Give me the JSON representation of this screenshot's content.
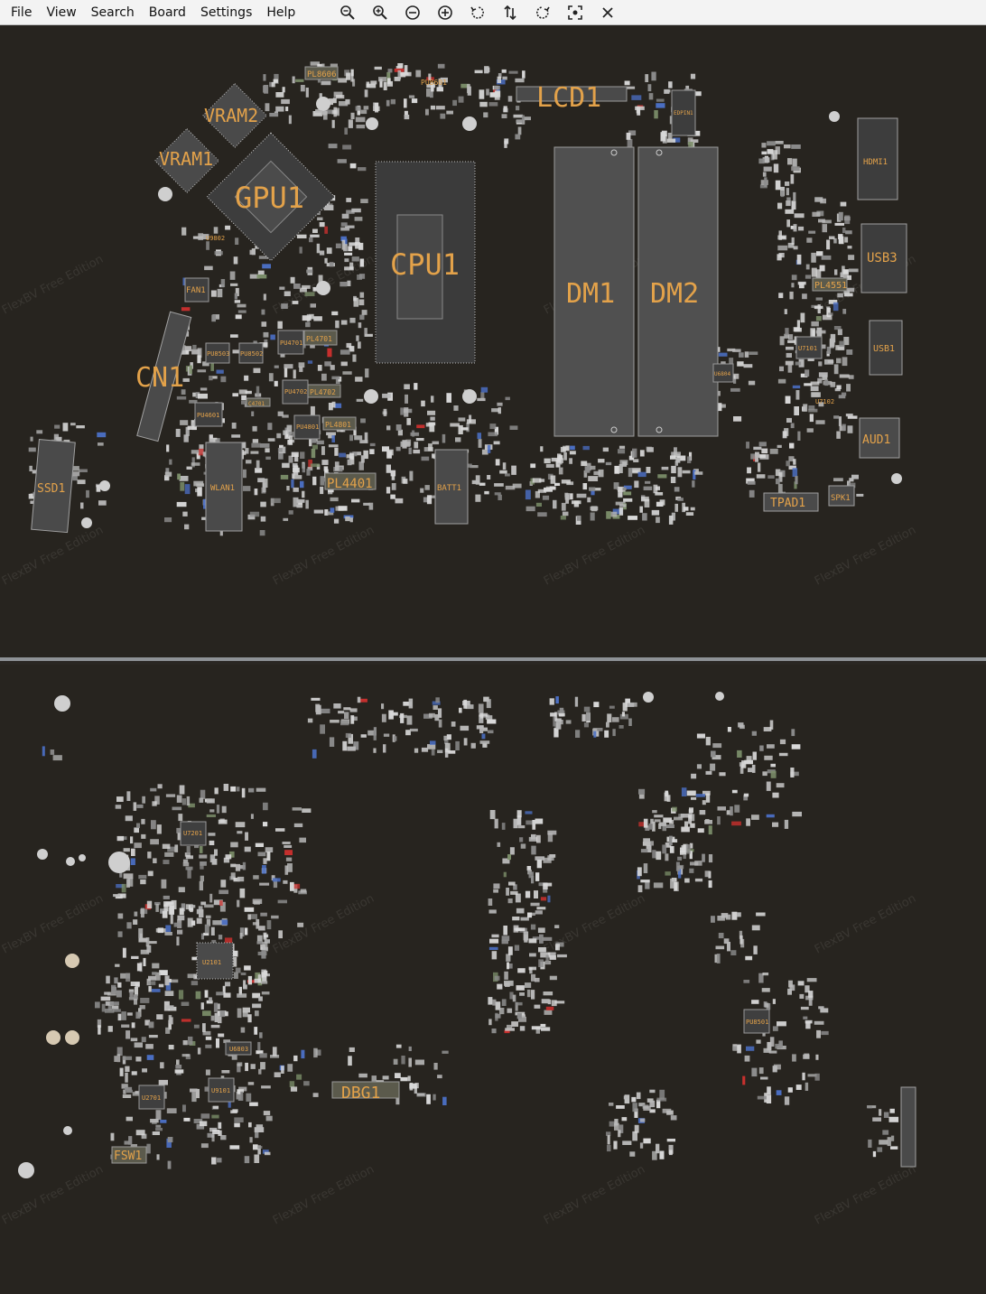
{
  "menu": [
    "File",
    "View",
    "Search",
    "Board",
    "Settings",
    "Help"
  ],
  "toolbar": [
    {
      "icon": "zoom-out-magnifier-icon"
    },
    {
      "icon": "zoom-in-magnifier-icon"
    },
    {
      "icon": "zoom-out-circle-icon"
    },
    {
      "icon": "zoom-in-circle-icon"
    },
    {
      "icon": "rotate-ccw-icon"
    },
    {
      "icon": "flip-icon"
    },
    {
      "icon": "rotate-cw-icon"
    },
    {
      "icon": "fit-screen-icon"
    },
    {
      "icon": "close-icon"
    }
  ],
  "watermark": "FlexBV Free Edition",
  "top_side": {
    "components": {
      "lcd1": "LCD1",
      "vram2": "VRAM2",
      "vram1": "VRAM1",
      "gpu1": "GPU1",
      "cpu1": "CPU1",
      "dm1": "DM1",
      "dm2": "DM2",
      "cn1": "CN1",
      "ssd1": "SSD1",
      "wlan1": "WLAN1",
      "batt1": "BATT1",
      "pl4401": "PL4401",
      "tpad1": "TPAD1",
      "spk1": "SPK1",
      "aud1": "AUD1",
      "usb3": "USB3",
      "usb1": "USB1",
      "hdmi1": "HDMI1",
      "pl4551": "PL4551",
      "pl8606": "PL8606",
      "pu8601": "PU8601",
      "fan1": "FAN1",
      "pu4701": "PU4701",
      "pl4701": "PL4701",
      "pu4702": "PU4702",
      "pl4702": "PL4702",
      "pu4801": "PU4801",
      "pl4801": "PL4801",
      "pu4601": "PU4601",
      "pu8503": "PU8503",
      "pu8502": "PU8502",
      "u7101": "U7101",
      "u7102": "U7102",
      "u6804": "U6804",
      "edpin1": "EDPIN1",
      "c4701": "C4701",
      "u9802": "U9802"
    }
  },
  "bottom_side": {
    "components": {
      "dbg1": "DBG1",
      "fsw1": "FSW1",
      "u2701": "U2701",
      "u9101": "U9101",
      "u6803": "U6803",
      "u7201": "U7201",
      "u2101": "U2101",
      "pu8501": "PU8501"
    }
  },
  "colors": {
    "background": "#27241f",
    "label": "#e3a24a",
    "component": "#d9d9d9",
    "pad": "#b9b9b9",
    "blue_part": "#4b6fc4",
    "red_part": "#c8302e",
    "green_part": "#7c8f6a"
  }
}
